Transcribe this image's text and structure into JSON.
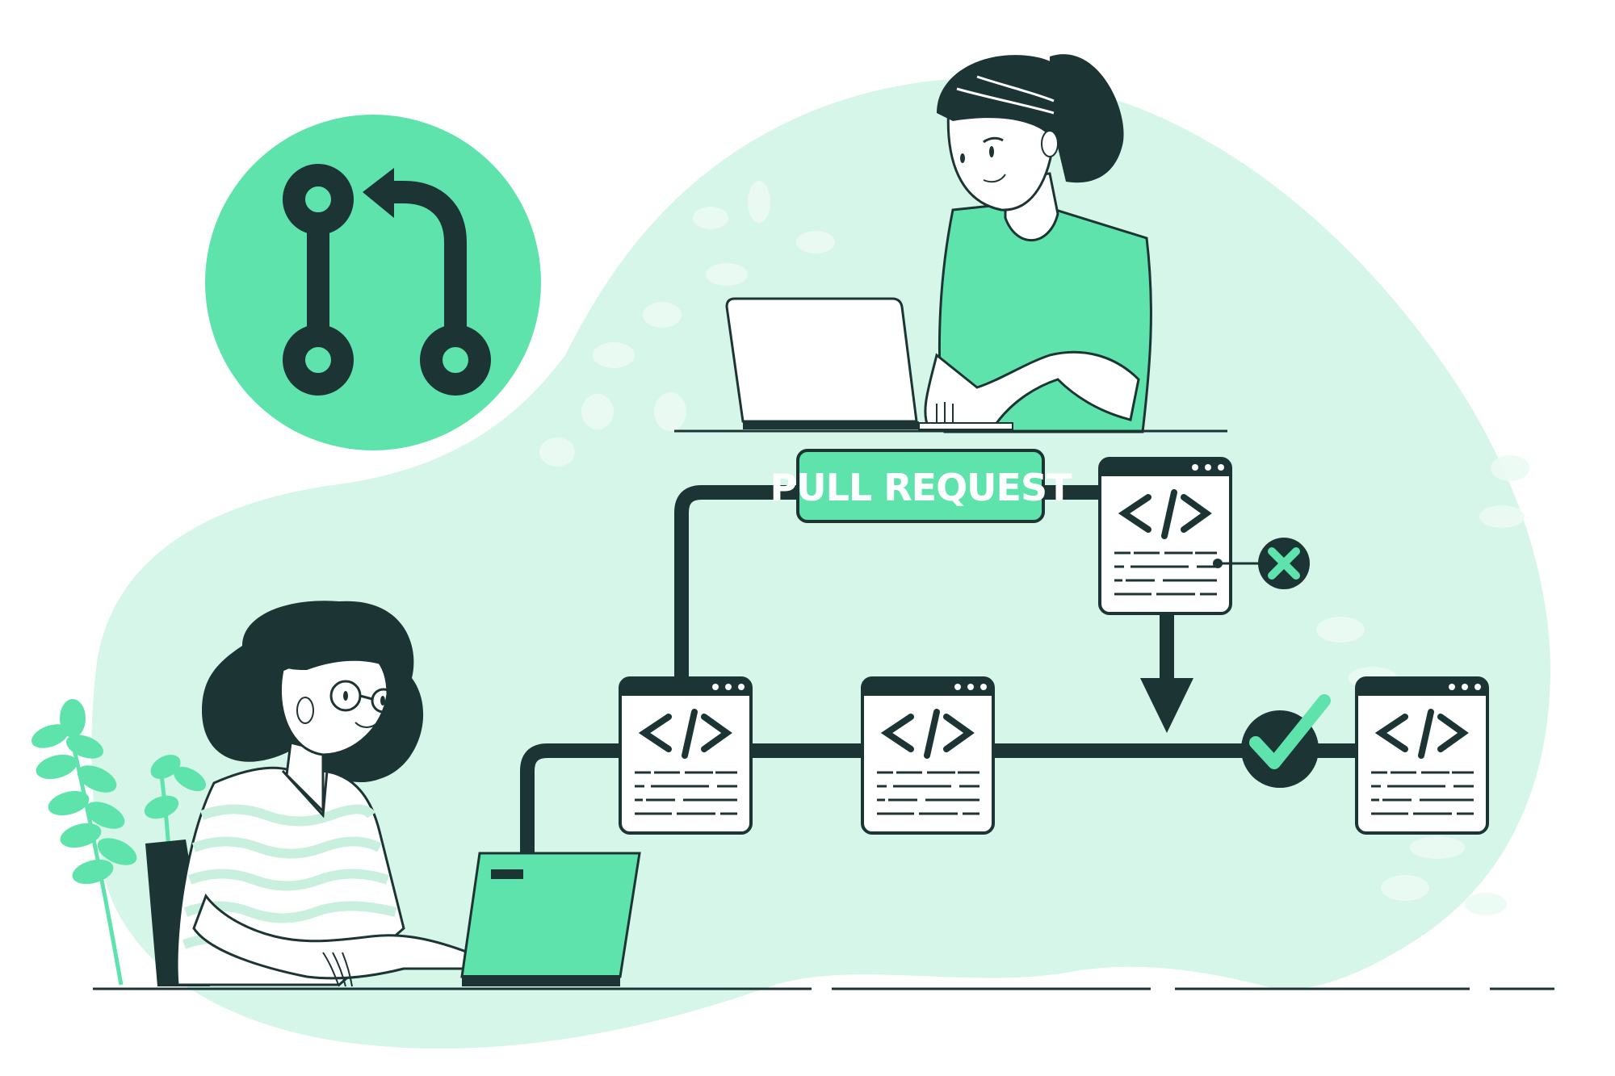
{
  "illustration": {
    "subject": "Pull request code review workflow",
    "pull_request_label": "PULL REQUEST",
    "colors": {
      "accent": "#5ee3ac",
      "accent_light": "#d5f6e8",
      "ink": "#1c3434",
      "white": "#ffffff"
    },
    "icons": {
      "merge_badge": "git-pull-request-icon",
      "code_symbol": "</>",
      "rejected": "x-mark-icon",
      "approved": "check-mark-icon",
      "window_dots": "..."
    },
    "code_windows": [
      {
        "id": "proposed",
        "symbol": "</>"
      },
      {
        "id": "main-1",
        "symbol": "</>"
      },
      {
        "id": "main-2",
        "symbol": "</>"
      },
      {
        "id": "main-merged",
        "symbol": "</>"
      }
    ],
    "people": [
      {
        "role": "reviewer",
        "position": "top",
        "shirt_color": "#5ee3ac"
      },
      {
        "role": "developer",
        "position": "bottom-left",
        "shirt": "striped"
      }
    ]
  }
}
